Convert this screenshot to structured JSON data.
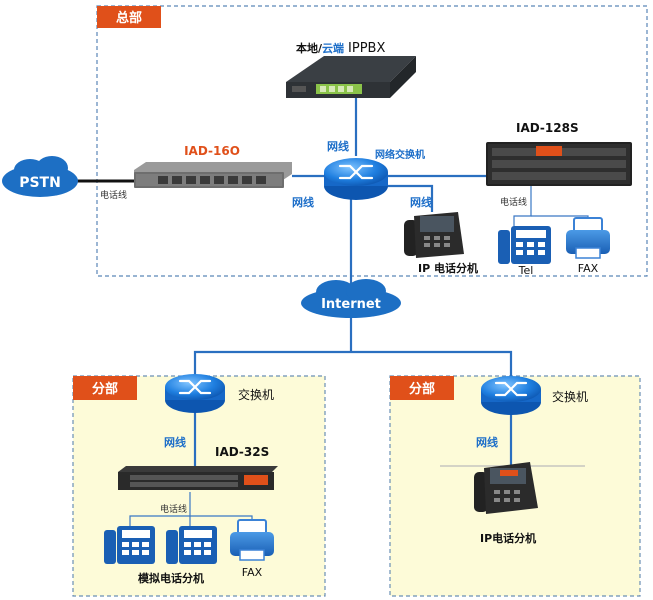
{
  "hq": {
    "badge": "总部",
    "pbx_local": "本地/",
    "pbx_cloud": "云端",
    "pbx_name": "IPPBX",
    "iad16_name": "IAD-16O",
    "iad128_name": "IAD-128S",
    "pstn": "PSTN",
    "phone_line_1": "电话线",
    "phone_line_2": "电话线",
    "net_line_top": "网线",
    "net_switch": "网络交换机",
    "net_line_left": "网线",
    "net_line_ipphone": "网线",
    "ip_phone_label": "IP 电话分机",
    "tel_label": "Tel",
    "fax_label": "FAX"
  },
  "internet": {
    "label": "Internet"
  },
  "branch_left": {
    "badge": "分部",
    "switch_label": "交换机",
    "net_line": "网线",
    "iad32_name": "IAD-32S",
    "phone_line": "电话线",
    "analog_label": "模拟电话分机",
    "fax_label": "FAX"
  },
  "branch_right": {
    "badge": "分部",
    "switch_label": "交换机",
    "net_line": "网线",
    "ip_phone_label": "IP电话分机"
  },
  "colors": {
    "accent_blue": "#1e6fc9",
    "badge_orange": "#e0501a",
    "branch_bg": "#fdfbd8",
    "line_blue": "#2a6fc0"
  }
}
